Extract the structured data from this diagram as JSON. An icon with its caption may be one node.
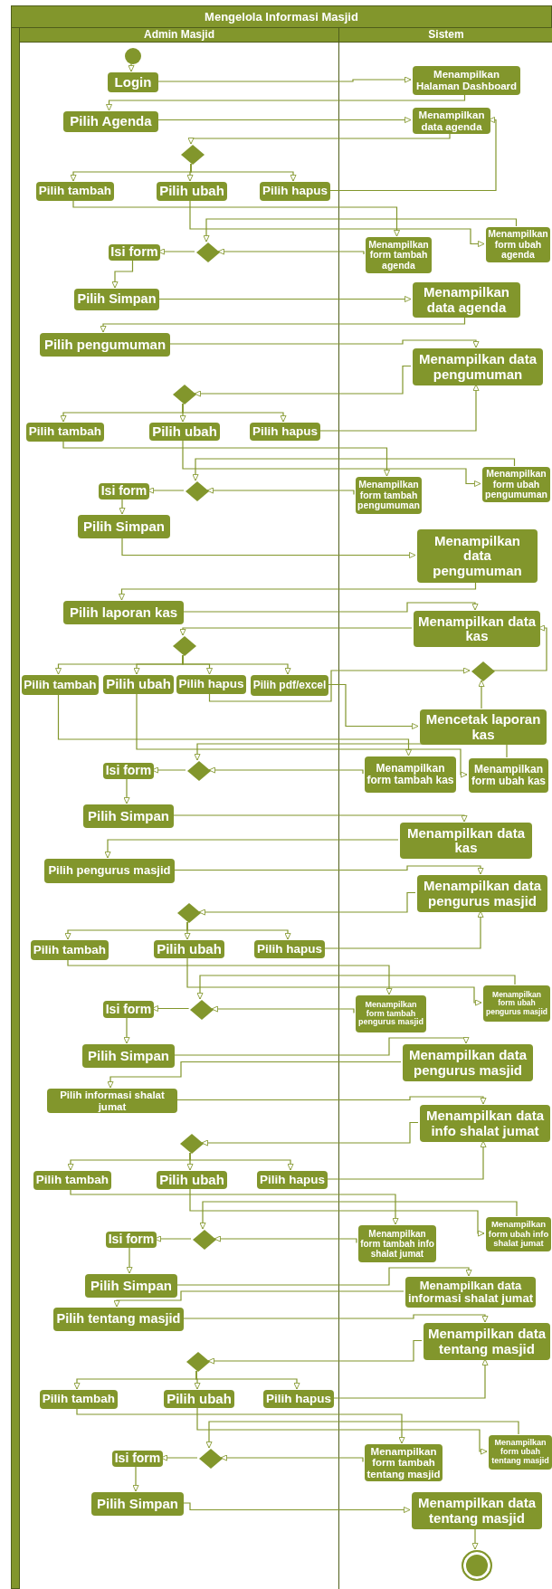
{
  "diagram": {
    "nodes": [
      {
        "text": [
          "Mengelola Informasi Masjid"
        ]
      },
      {
        "text": [
          "Admin Masjid"
        ],
        "in": 0
      },
      {
        "text": [
          "Sistem"
        ],
        "in": 0
      },
      {
        "text": [],
        "shape": "circle",
        "in": 1
      },
      {
        "text": [
          "Login"
        ],
        "in": 1
      },
      {
        "text": [
          "Menampilkan Halaman Dashboard"
        ],
        "in": 2
      },
      {
        "text": [
          "Pilih Agenda"
        ],
        "in": 1
      },
      {
        "text": [
          "Menampilkan data agenda"
        ],
        "in": 2
      },
      {
        "text": [],
        "shape": "diamond",
        "in": 1
      },
      {
        "text": [
          "Pilih tambah"
        ],
        "in": 1
      },
      {
        "text": [
          "Pilih ubah"
        ],
        "in": 1
      },
      {
        "text": [
          "Pilih hapus"
        ],
        "in": 1
      },
      {
        "text": [
          "Isi form"
        ],
        "in": 1
      },
      {
        "text": [],
        "shape": "diamond",
        "in": 1
      },
      {
        "text": [
          "Menampilkan form tambah agenda"
        ],
        "in": 2
      },
      {
        "text": [
          "Menampilkan form ubah agenda"
        ],
        "in": 2
      },
      {
        "text": [
          "Pilih Simpan"
        ],
        "in": 1
      },
      {
        "text": [
          "Menampilkan data agenda"
        ],
        "in": 2
      },
      {
        "text": [
          "Pilih pengumuman"
        ],
        "in": 1
      },
      {
        "text": [
          "Menampilkan data pengumuman"
        ],
        "in": 2
      },
      {
        "text": [],
        "shape": "diamond",
        "in": 1
      },
      {
        "text": [
          "Pilih tambah"
        ],
        "in": 1
      },
      {
        "text": [
          "Pilih ubah"
        ],
        "in": 1
      },
      {
        "text": [
          "Pilih hapus"
        ],
        "in": 1
      },
      {
        "text": [
          "Isi form"
        ],
        "in": 1
      },
      {
        "text": [],
        "shape": "diamond",
        "in": 1
      },
      {
        "text": [
          "Menampilkan form tambah pengumuman"
        ],
        "in": 2
      },
      {
        "text": [
          "Menampilkan form ubah pengumuman"
        ],
        "in": 2
      },
      {
        "text": [
          "Pilih Simpan"
        ],
        "in": 1
      },
      {
        "text": [
          "Menampilkan data pengumuman"
        ],
        "in": 2
      },
      {
        "text": [
          "Pilih laporan kas"
        ],
        "in": 1
      },
      {
        "text": [
          "Menampilkan data kas"
        ],
        "in": 2
      },
      {
        "text": [],
        "shape": "diamond",
        "in": 1
      },
      {
        "text": [
          "Pilih tambah"
        ],
        "in": 1
      },
      {
        "text": [
          "Pilih ubah"
        ],
        "in": 1
      },
      {
        "text": [
          "Pilih hapus"
        ],
        "in": 1
      },
      {
        "text": [
          "Pilih pdf/excel"
        ],
        "in": 1
      },
      {
        "text": [],
        "shape": "diamond",
        "in": 2
      },
      {
        "text": [
          "Mencetak laporan kas"
        ],
        "in": 2
      },
      {
        "text": [
          "Isi form"
        ],
        "in": 1
      },
      {
        "text": [],
        "shape": "diamond",
        "in": 1
      },
      {
        "text": [
          "Menampilkan form tambah kas"
        ],
        "in": 2
      },
      {
        "text": [
          "Menampilkan form ubah kas"
        ],
        "in": 2
      },
      {
        "text": [
          "Pilih Simpan"
        ],
        "in": 1
      },
      {
        "text": [
          "Menampilkan data kas"
        ],
        "in": 2
      },
      {
        "text": [
          "Pilih pengurus masjid"
        ],
        "in": 1
      },
      {
        "text": [
          "Menampilkan data pengurus masjid"
        ],
        "in": 2
      },
      {
        "text": [],
        "shape": "diamond",
        "in": 1
      },
      {
        "text": [
          "Pilih tambah"
        ],
        "in": 1
      },
      {
        "text": [
          "Pilih ubah"
        ],
        "in": 1
      },
      {
        "text": [
          "Pilih hapus"
        ],
        "in": 1
      },
      {
        "text": [
          "Isi form"
        ],
        "in": 1
      },
      {
        "text": [],
        "shape": "diamond",
        "in": 1
      },
      {
        "text": [
          "Menampilkan form tambah pengurus masjid"
        ],
        "in": 2
      },
      {
        "text": [
          "Menampilkan form ubah pengurus masjid"
        ],
        "in": 2
      },
      {
        "text": [
          "Pilih Simpan"
        ],
        "in": 1
      },
      {
        "text": [
          "Menampilkan data pengurus masjid"
        ],
        "in": 2
      },
      {
        "text": [
          "Pilih informasi shalat jumat"
        ],
        "in": 1
      },
      {
        "text": [
          "Menampilkan data info shalat jumat"
        ],
        "in": 2
      },
      {
        "text": [],
        "shape": "diamond",
        "in": 1
      },
      {
        "text": [
          "Pilih tambah"
        ],
        "in": 1
      },
      {
        "text": [
          "Pilih ubah"
        ],
        "in": 1
      },
      {
        "text": [
          "Pilih hapus"
        ],
        "in": 1
      },
      {
        "text": [
          "Isi form"
        ],
        "in": 1
      },
      {
        "text": [],
        "shape": "diamond",
        "in": 1
      },
      {
        "text": [
          "Menampilkan form tambah info shalat jumat"
        ],
        "in": 2
      },
      {
        "text": [
          "Menampilkan form ubah info shalat jumat"
        ],
        "in": 2
      },
      {
        "text": [
          "Pilih Simpan"
        ],
        "in": 1
      },
      {
        "text": [
          "Menampilkan data informasi shalat jumat"
        ],
        "in": 2
      },
      {
        "text": [
          "Pilih tentang masjid"
        ],
        "in": 1
      },
      {
        "text": [
          "Menampilkan data tentang masjid"
        ],
        "in": 2
      },
      {
        "text": [],
        "shape": "diamond",
        "in": 1
      },
      {
        "text": [
          "Pilih tambah"
        ],
        "in": 1
      },
      {
        "text": [
          "Pilih ubah"
        ],
        "in": 1
      },
      {
        "text": [
          "Pilih hapus"
        ],
        "in": 1
      },
      {
        "text": [
          "Isi form"
        ],
        "in": 1
      },
      {
        "text": [],
        "shape": "diamond",
        "in": 1
      },
      {
        "text": [
          "Menampilkan form tambah tentang masjid"
        ],
        "in": 2
      },
      {
        "text": [
          "Menampilkan form ubah tentang masjid"
        ],
        "in": 2
      },
      {
        "text": [
          "Pilih Simpan"
        ],
        "in": 1
      },
      {
        "text": [
          "Menampilkan data tentang masjid"
        ],
        "in": 2
      },
      {
        "text": [],
        "shape": "circle",
        "in": 2
      }
    ],
    "edges": [
      {
        "from": 3,
        "to": 4,
        "arrow": "to"
      },
      {
        "from": 4,
        "to": 5,
        "arrow": "to"
      },
      {
        "from": 5,
        "to": 6,
        "arrow": "to"
      },
      {
        "from": 6,
        "to": 7,
        "arrow": "to"
      },
      {
        "from": 7,
        "to": 8,
        "arrow": "to"
      },
      {
        "from": 8,
        "to": 9,
        "arrow": "to"
      },
      {
        "from": 8,
        "to": 10,
        "arrow": "to"
      },
      {
        "from": 8,
        "to": 11,
        "arrow": "to"
      },
      {
        "from": 11,
        "to": 7,
        "arrow": "to"
      },
      {
        "from": 9,
        "to": 14,
        "arrow": "to"
      },
      {
        "from": 10,
        "to": 15,
        "arrow": "to"
      },
      {
        "from": 15,
        "to": 13,
        "arrow": "to"
      },
      {
        "from": 14,
        "to": 13,
        "arrow": "to"
      },
      {
        "from": 13,
        "to": 12,
        "arrow": "to"
      },
      {
        "from": 12,
        "to": 16,
        "arrow": "to"
      },
      {
        "from": 16,
        "to": 17,
        "arrow": "to"
      },
      {
        "from": 17,
        "to": 18,
        "arrow": "to"
      },
      {
        "from": 18,
        "to": 19,
        "arrow": "to"
      },
      {
        "from": 19,
        "to": 20,
        "arrow": "to"
      },
      {
        "from": 20,
        "to": 21,
        "arrow": "to"
      },
      {
        "from": 20,
        "to": 22,
        "arrow": "to"
      },
      {
        "from": 20,
        "to": 23,
        "arrow": "to"
      },
      {
        "from": 23,
        "to": 19,
        "arrow": "to"
      },
      {
        "from": 21,
        "to": 26,
        "arrow": "to"
      },
      {
        "from": 22,
        "to": 27,
        "arrow": "to"
      },
      {
        "from": 27,
        "to": 25,
        "arrow": "to"
      },
      {
        "from": 26,
        "to": 25,
        "arrow": "to"
      },
      {
        "from": 25,
        "to": 24,
        "arrow": "to"
      },
      {
        "from": 24,
        "to": 28,
        "arrow": "to"
      },
      {
        "from": 28,
        "to": 29,
        "arrow": "to"
      },
      {
        "from": 29,
        "to": 30,
        "arrow": "to"
      },
      {
        "from": 30,
        "to": 31,
        "arrow": "to"
      },
      {
        "from": 31,
        "to": 32,
        "arrow": "to"
      },
      {
        "from": 32,
        "to": 33,
        "arrow": "to"
      },
      {
        "from": 32,
        "to": 34,
        "arrow": "to"
      },
      {
        "from": 32,
        "to": 35,
        "arrow": "to"
      },
      {
        "from": 32,
        "to": 36,
        "arrow": "to"
      },
      {
        "from": 35,
        "to": 37,
        "arrow": "to"
      },
      {
        "from": 36,
        "to": 38,
        "arrow": "to"
      },
      {
        "from": 38,
        "to": 37,
        "arrow": "to"
      },
      {
        "from": 37,
        "to": 31,
        "arrow": "to"
      },
      {
        "from": 33,
        "to": 41,
        "arrow": "to"
      },
      {
        "from": 34,
        "to": 42,
        "arrow": "to"
      },
      {
        "from": 42,
        "to": 40,
        "arrow": "to"
      },
      {
        "from": 41,
        "to": 40,
        "arrow": "to"
      },
      {
        "from": 40,
        "to": 39,
        "arrow": "to"
      },
      {
        "from": 39,
        "to": 43,
        "arrow": "to"
      },
      {
        "from": 43,
        "to": 44,
        "arrow": "to"
      },
      {
        "from": 44,
        "to": 45,
        "arrow": "to"
      },
      {
        "from": 45,
        "to": 46,
        "arrow": "to"
      },
      {
        "from": 46,
        "to": 47,
        "arrow": "to"
      },
      {
        "from": 47,
        "to": 48,
        "arrow": "to"
      },
      {
        "from": 47,
        "to": 49,
        "arrow": "to"
      },
      {
        "from": 47,
        "to": 50,
        "arrow": "to"
      },
      {
        "from": 50,
        "to": 46,
        "arrow": "to"
      },
      {
        "from": 48,
        "to": 53,
        "arrow": "to"
      },
      {
        "from": 49,
        "to": 54,
        "arrow": "to"
      },
      {
        "from": 54,
        "to": 52,
        "arrow": "to"
      },
      {
        "from": 53,
        "to": 52,
        "arrow": "to"
      },
      {
        "from": 52,
        "to": 51,
        "arrow": "to"
      },
      {
        "from": 51,
        "to": 55,
        "arrow": "to"
      },
      {
        "from": 55,
        "to": 56,
        "arrow": "to"
      },
      {
        "from": 56,
        "to": 57,
        "arrow": "to"
      },
      {
        "from": 57,
        "to": 58,
        "arrow": "to"
      },
      {
        "from": 58,
        "to": 59,
        "arrow": "to"
      },
      {
        "from": 59,
        "to": 60,
        "arrow": "to"
      },
      {
        "from": 59,
        "to": 61,
        "arrow": "to"
      },
      {
        "from": 59,
        "to": 62,
        "arrow": "to"
      },
      {
        "from": 62,
        "to": 58,
        "arrow": "to"
      },
      {
        "from": 60,
        "to": 65,
        "arrow": "to"
      },
      {
        "from": 61,
        "to": 66,
        "arrow": "to"
      },
      {
        "from": 66,
        "to": 64,
        "arrow": "to"
      },
      {
        "from": 65,
        "to": 64,
        "arrow": "to"
      },
      {
        "from": 64,
        "to": 63,
        "arrow": "to"
      },
      {
        "from": 63,
        "to": 67,
        "arrow": "to"
      },
      {
        "from": 67,
        "to": 68,
        "arrow": "to"
      },
      {
        "from": 68,
        "to": 69,
        "arrow": "to"
      },
      {
        "from": 69,
        "to": 70,
        "arrow": "to"
      },
      {
        "from": 70,
        "to": 71,
        "arrow": "to"
      },
      {
        "from": 71,
        "to": 72,
        "arrow": "to"
      },
      {
        "from": 71,
        "to": 73,
        "arrow": "to"
      },
      {
        "from": 71,
        "to": 74,
        "arrow": "to"
      },
      {
        "from": 74,
        "to": 70,
        "arrow": "to"
      },
      {
        "from": 72,
        "to": 77,
        "arrow": "to"
      },
      {
        "from": 73,
        "to": 78,
        "arrow": "to"
      },
      {
        "from": 78,
        "to": 76,
        "arrow": "to"
      },
      {
        "from": 77,
        "to": 76,
        "arrow": "to"
      },
      {
        "from": 76,
        "to": 75,
        "arrow": "to"
      },
      {
        "from": 75,
        "to": 79,
        "arrow": "to"
      },
      {
        "from": 79,
        "to": 80,
        "arrow": "to"
      },
      {
        "from": 80,
        "to": 81,
        "arrow": "to"
      }
    ]
  }
}
